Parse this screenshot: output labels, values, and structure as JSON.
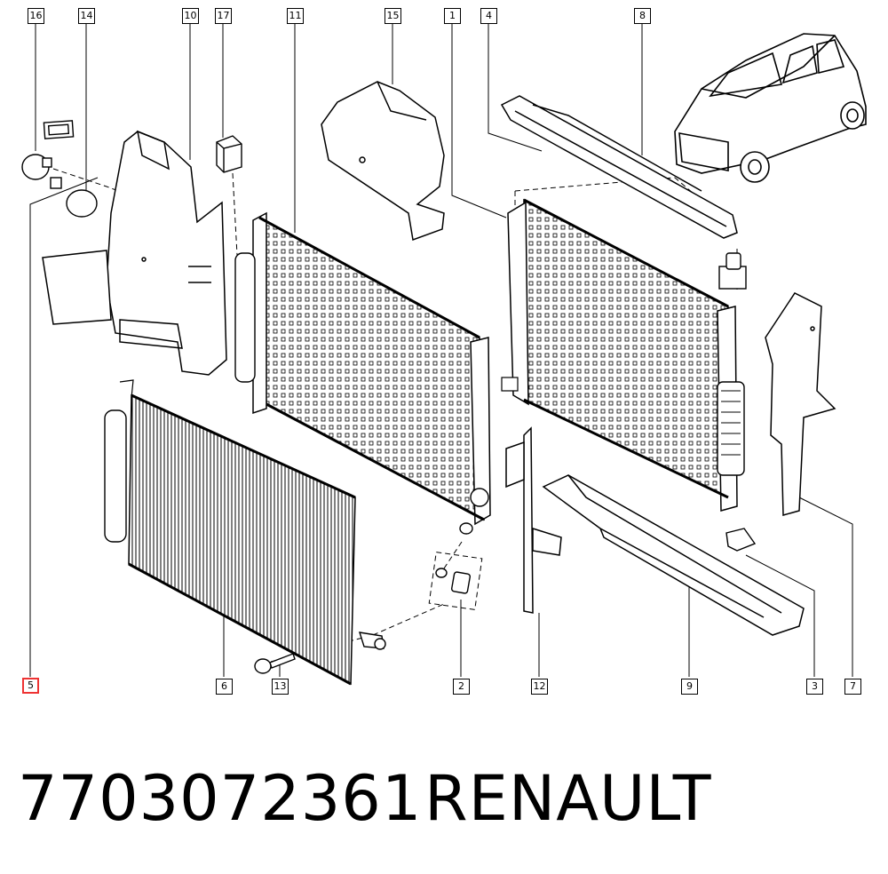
{
  "callouts": {
    "c16": "16",
    "c14": "14",
    "c10": "10",
    "c17": "17",
    "c11": "11",
    "c15": "15",
    "c1": "1",
    "c4": "4",
    "c8": "8",
    "c5": "5",
    "c6": "6",
    "c13": "13",
    "c2": "2",
    "c12": "12",
    "c9": "9",
    "c3": "3",
    "c7": "7"
  },
  "highlighted_callout": "5",
  "colors": {
    "line": "#000000",
    "highlight": "#e33333",
    "background": "#ffffff"
  },
  "footer": {
    "part_number": "7703072361",
    "brand": "RENAULT"
  }
}
